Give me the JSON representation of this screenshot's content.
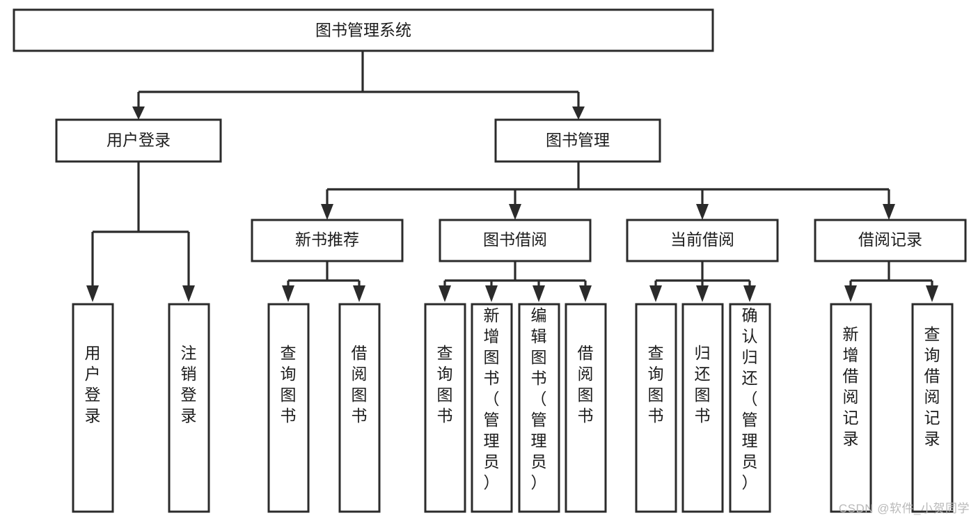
{
  "diagram": {
    "type": "tree-hierarchy-chart",
    "title": "图书管理系统",
    "orientation": "top-down",
    "line_color": "#2b2b2b",
    "box_fill": "#ffffff",
    "text_color": "#1c1c1c",
    "levels": [
      {
        "level": 1,
        "nodes": [
          {
            "id": "root",
            "label": "图书管理系统",
            "text_orientation": "horizontal"
          }
        ]
      },
      {
        "level": 2,
        "nodes": [
          {
            "id": "user-login",
            "label": "用户登录",
            "parent": "root",
            "text_orientation": "horizontal"
          },
          {
            "id": "book-manage",
            "label": "图书管理",
            "parent": "root",
            "text_orientation": "horizontal"
          }
        ]
      },
      {
        "level": 3,
        "nodes": [
          {
            "id": "new-book-rec",
            "label": "新书推荐",
            "parent": "book-manage",
            "text_orientation": "horizontal"
          },
          {
            "id": "book-borrow",
            "label": "图书借阅",
            "parent": "book-manage",
            "text_orientation": "horizontal"
          },
          {
            "id": "current-borrow",
            "label": "当前借阅",
            "parent": "book-manage",
            "text_orientation": "horizontal"
          },
          {
            "id": "borrow-record",
            "label": "借阅记录",
            "parent": "book-manage",
            "text_orientation": "horizontal"
          }
        ]
      },
      {
        "level": 4,
        "nodes": [
          {
            "id": "leaf-1",
            "label": "用户登录",
            "parent": "user-login",
            "text_orientation": "vertical"
          },
          {
            "id": "leaf-2",
            "label": "注销登录",
            "parent": "user-login",
            "text_orientation": "vertical"
          },
          {
            "id": "leaf-3",
            "label": "查询图书",
            "parent": "new-book-rec",
            "text_orientation": "vertical"
          },
          {
            "id": "leaf-4",
            "label": "借阅图书",
            "parent": "new-book-rec",
            "text_orientation": "vertical"
          },
          {
            "id": "leaf-5",
            "label": "查询图书",
            "parent": "book-borrow",
            "text_orientation": "vertical"
          },
          {
            "id": "leaf-6",
            "label": "新增图书（管理员）",
            "parent": "book-borrow",
            "text_orientation": "vertical"
          },
          {
            "id": "leaf-7",
            "label": "编辑图书（管理员）",
            "parent": "book-borrow",
            "text_orientation": "vertical"
          },
          {
            "id": "leaf-8",
            "label": "借阅图书",
            "parent": "book-borrow",
            "text_orientation": "vertical"
          },
          {
            "id": "leaf-9",
            "label": "查询图书",
            "parent": "current-borrow",
            "text_orientation": "vertical"
          },
          {
            "id": "leaf-10",
            "label": "归还图书",
            "parent": "current-borrow",
            "text_orientation": "vertical"
          },
          {
            "id": "leaf-11",
            "label": "确认归还（管理员）",
            "parent": "current-borrow",
            "text_orientation": "vertical"
          },
          {
            "id": "leaf-12",
            "label": "新增借阅记录",
            "parent": "borrow-record",
            "text_orientation": "vertical"
          },
          {
            "id": "leaf-13",
            "label": "查询借阅记录",
            "parent": "borrow-record",
            "text_orientation": "vertical"
          }
        ]
      }
    ]
  },
  "watermark": {
    "text": "CSDN @软件_小贺同学"
  }
}
